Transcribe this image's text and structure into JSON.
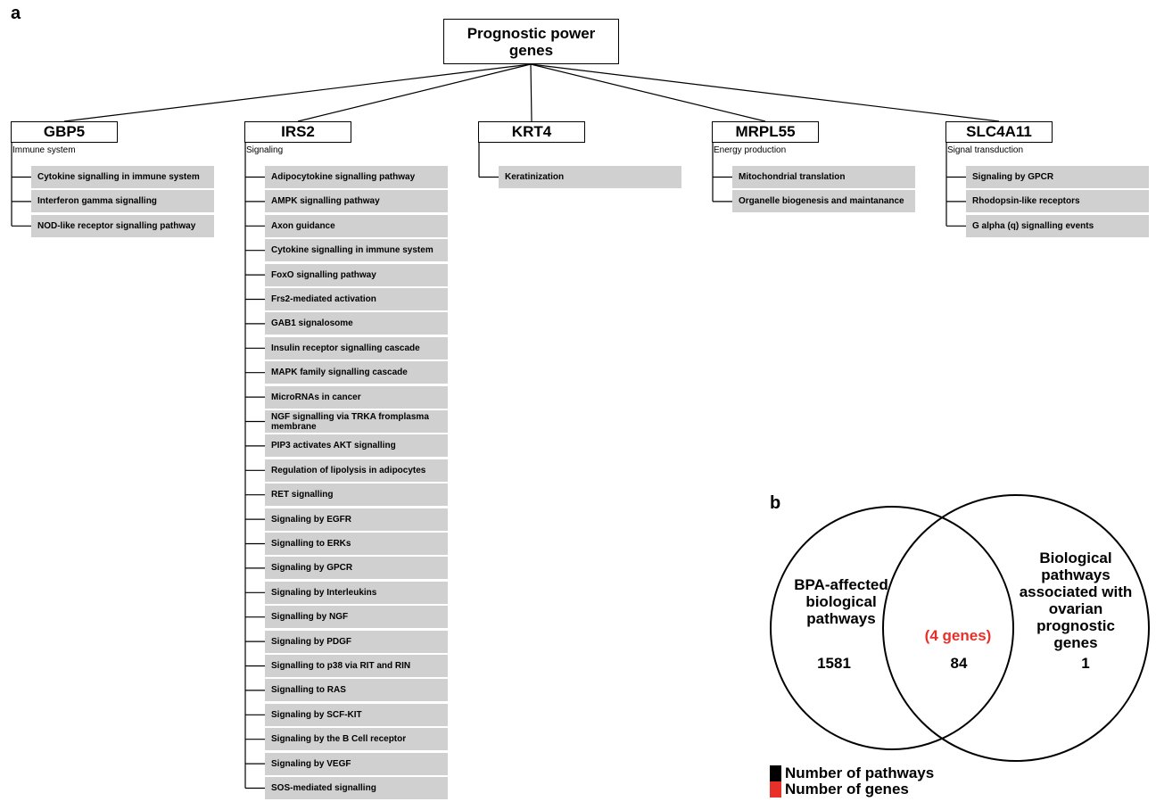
{
  "panel_a_label": "a",
  "panel_b_label": "b",
  "root": {
    "label": "Prognostic power genes"
  },
  "genes": [
    {
      "name": "GBP5",
      "category": "Immune system",
      "pathways": [
        "Cytokine signalling in immune system",
        "Interferon gamma signalling",
        "NOD-like receptor signalling pathway"
      ]
    },
    {
      "name": "IRS2",
      "category": "Signaling",
      "pathways": [
        "Adipocytokine signalling pathway",
        "AMPK signalling pathway",
        "Axon guidance",
        "Cytokine signalling in immune system",
        "FoxO signalling pathway",
        "Frs2-mediated activation",
        "GAB1 signalosome",
        "Insulin receptor signalling cascade",
        "MAPK family signalling cascade",
        "MicroRNAs in cancer",
        "NGF signalling via TRKA fromplasma membrane",
        "PIP3 activates AKT signalling",
        "Regulation of lipolysis in adipocytes",
        "RET signalling",
        "Signaling by EGFR",
        "Signalling to ERKs",
        "Signaling by GPCR",
        "Signaling by Interleukins",
        "Signalling by NGF",
        "Signaling by PDGF",
        "Signalling to p38 via RIT and RIN",
        "Signalling to RAS",
        "Signaling by SCF-KIT",
        "Signaling by the B Cell receptor",
        "Signaling by VEGF",
        "SOS-mediated signalling"
      ]
    },
    {
      "name": "KRT4",
      "category": "",
      "pathways": [
        "Keratinization"
      ]
    },
    {
      "name": "MRPL55",
      "category": "Energy production",
      "pathways": [
        "Mitochondrial translation",
        "Organelle biogenesis and maintanance"
      ]
    },
    {
      "name": "SLC4A11",
      "category": "Signal transduction",
      "pathways": [
        "Signaling by GPCR",
        "Rhodopsin-like receptors",
        "G alpha (q) signalling events"
      ]
    }
  ],
  "venn": {
    "left_label": "BPA-affected biological pathways",
    "left_count": "1581",
    "right_label": "Biological pathways associated with ovarian prognostic genes",
    "right_count": "1",
    "overlap_genes": "(4 genes)",
    "overlap_count": "84",
    "pathway_color": "#000000",
    "gene_color": "#e8302a"
  },
  "legend": [
    {
      "label": "Number of pathways",
      "color": "#000000"
    },
    {
      "label": "Number of genes",
      "color": "#e8302a"
    }
  ]
}
